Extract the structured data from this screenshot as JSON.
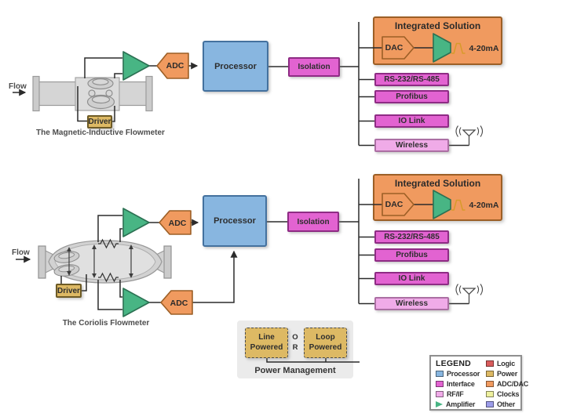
{
  "colors": {
    "processor_fill": "#88B6E0",
    "processor_border": "#44719E",
    "interface_fill": "#E263D1",
    "interface_border": "#8E2C84",
    "rf_if_fill": "#F0ABE8",
    "rf_if_border": "#AB6FA3",
    "amplifier_fill": "#48B584",
    "amplifier_border": "#2C7153",
    "adc_dac_fill": "#F09A5F",
    "adc_dac_border": "#9C5F26",
    "power_fill": "#DDB964",
    "power_border": "#6E5B26",
    "logic_fill": "#D95C5C",
    "clocks_fill": "#EEF09E",
    "other_fill": "#9C9CE9",
    "wire": "#2B2B2B",
    "pipe_fill": "#D5D5D5"
  },
  "magnetic_chain": {
    "flow_label": "Flow",
    "driver_label": "Driver",
    "adc_label": "ADC",
    "processor_label": "Processor",
    "isolation_label": "Isolation",
    "caption": "The Magnetic-Inductive Flowmeter",
    "integrated_solution": {
      "title": "Integrated Solution",
      "dac_label": "DAC",
      "output_label": "4-20mA"
    },
    "interfaces": [
      "RS-232/RS-485",
      "Profibus",
      "IO Link"
    ],
    "wireless_label": "Wireless"
  },
  "coriolis_chain": {
    "flow_label": "Flow",
    "driver_label": "Driver",
    "adc_top_label": "ADC",
    "adc_bottom_label": "ADC",
    "processor_label": "Processor",
    "isolation_label": "Isolation",
    "caption": "The Coriolis Flowmeter",
    "integrated_solution": {
      "title": "Integrated Solution",
      "dac_label": "DAC",
      "output_label": "4-20mA"
    },
    "interfaces": [
      "RS-232/RS-485",
      "Profibus",
      "IO Link"
    ],
    "wireless_label": "Wireless"
  },
  "power_management": {
    "title": "Power Management",
    "option_line": "Line Powered",
    "or_label": "O R",
    "option_loop": "Loop Powered"
  },
  "legend": {
    "title": "LEGEND",
    "left_items": [
      {
        "label": "Processor",
        "color": "#88B6E0",
        "shape": "square"
      },
      {
        "label": "Interface",
        "color": "#E263D1",
        "shape": "square"
      },
      {
        "label": "RF/IF",
        "color": "#F0ABE8",
        "shape": "square"
      },
      {
        "label": "Amplifier",
        "color": "#48B584",
        "shape": "triangle"
      }
    ],
    "right_items": [
      {
        "label": "Logic",
        "color": "#D95C5C"
      },
      {
        "label": "Power",
        "color": "#DDB964"
      },
      {
        "label": "ADC/DAC",
        "color": "#F09A5F"
      },
      {
        "label": "Clocks",
        "color": "#EEF09E"
      },
      {
        "label": "Other",
        "color": "#9C9CE9"
      }
    ]
  }
}
